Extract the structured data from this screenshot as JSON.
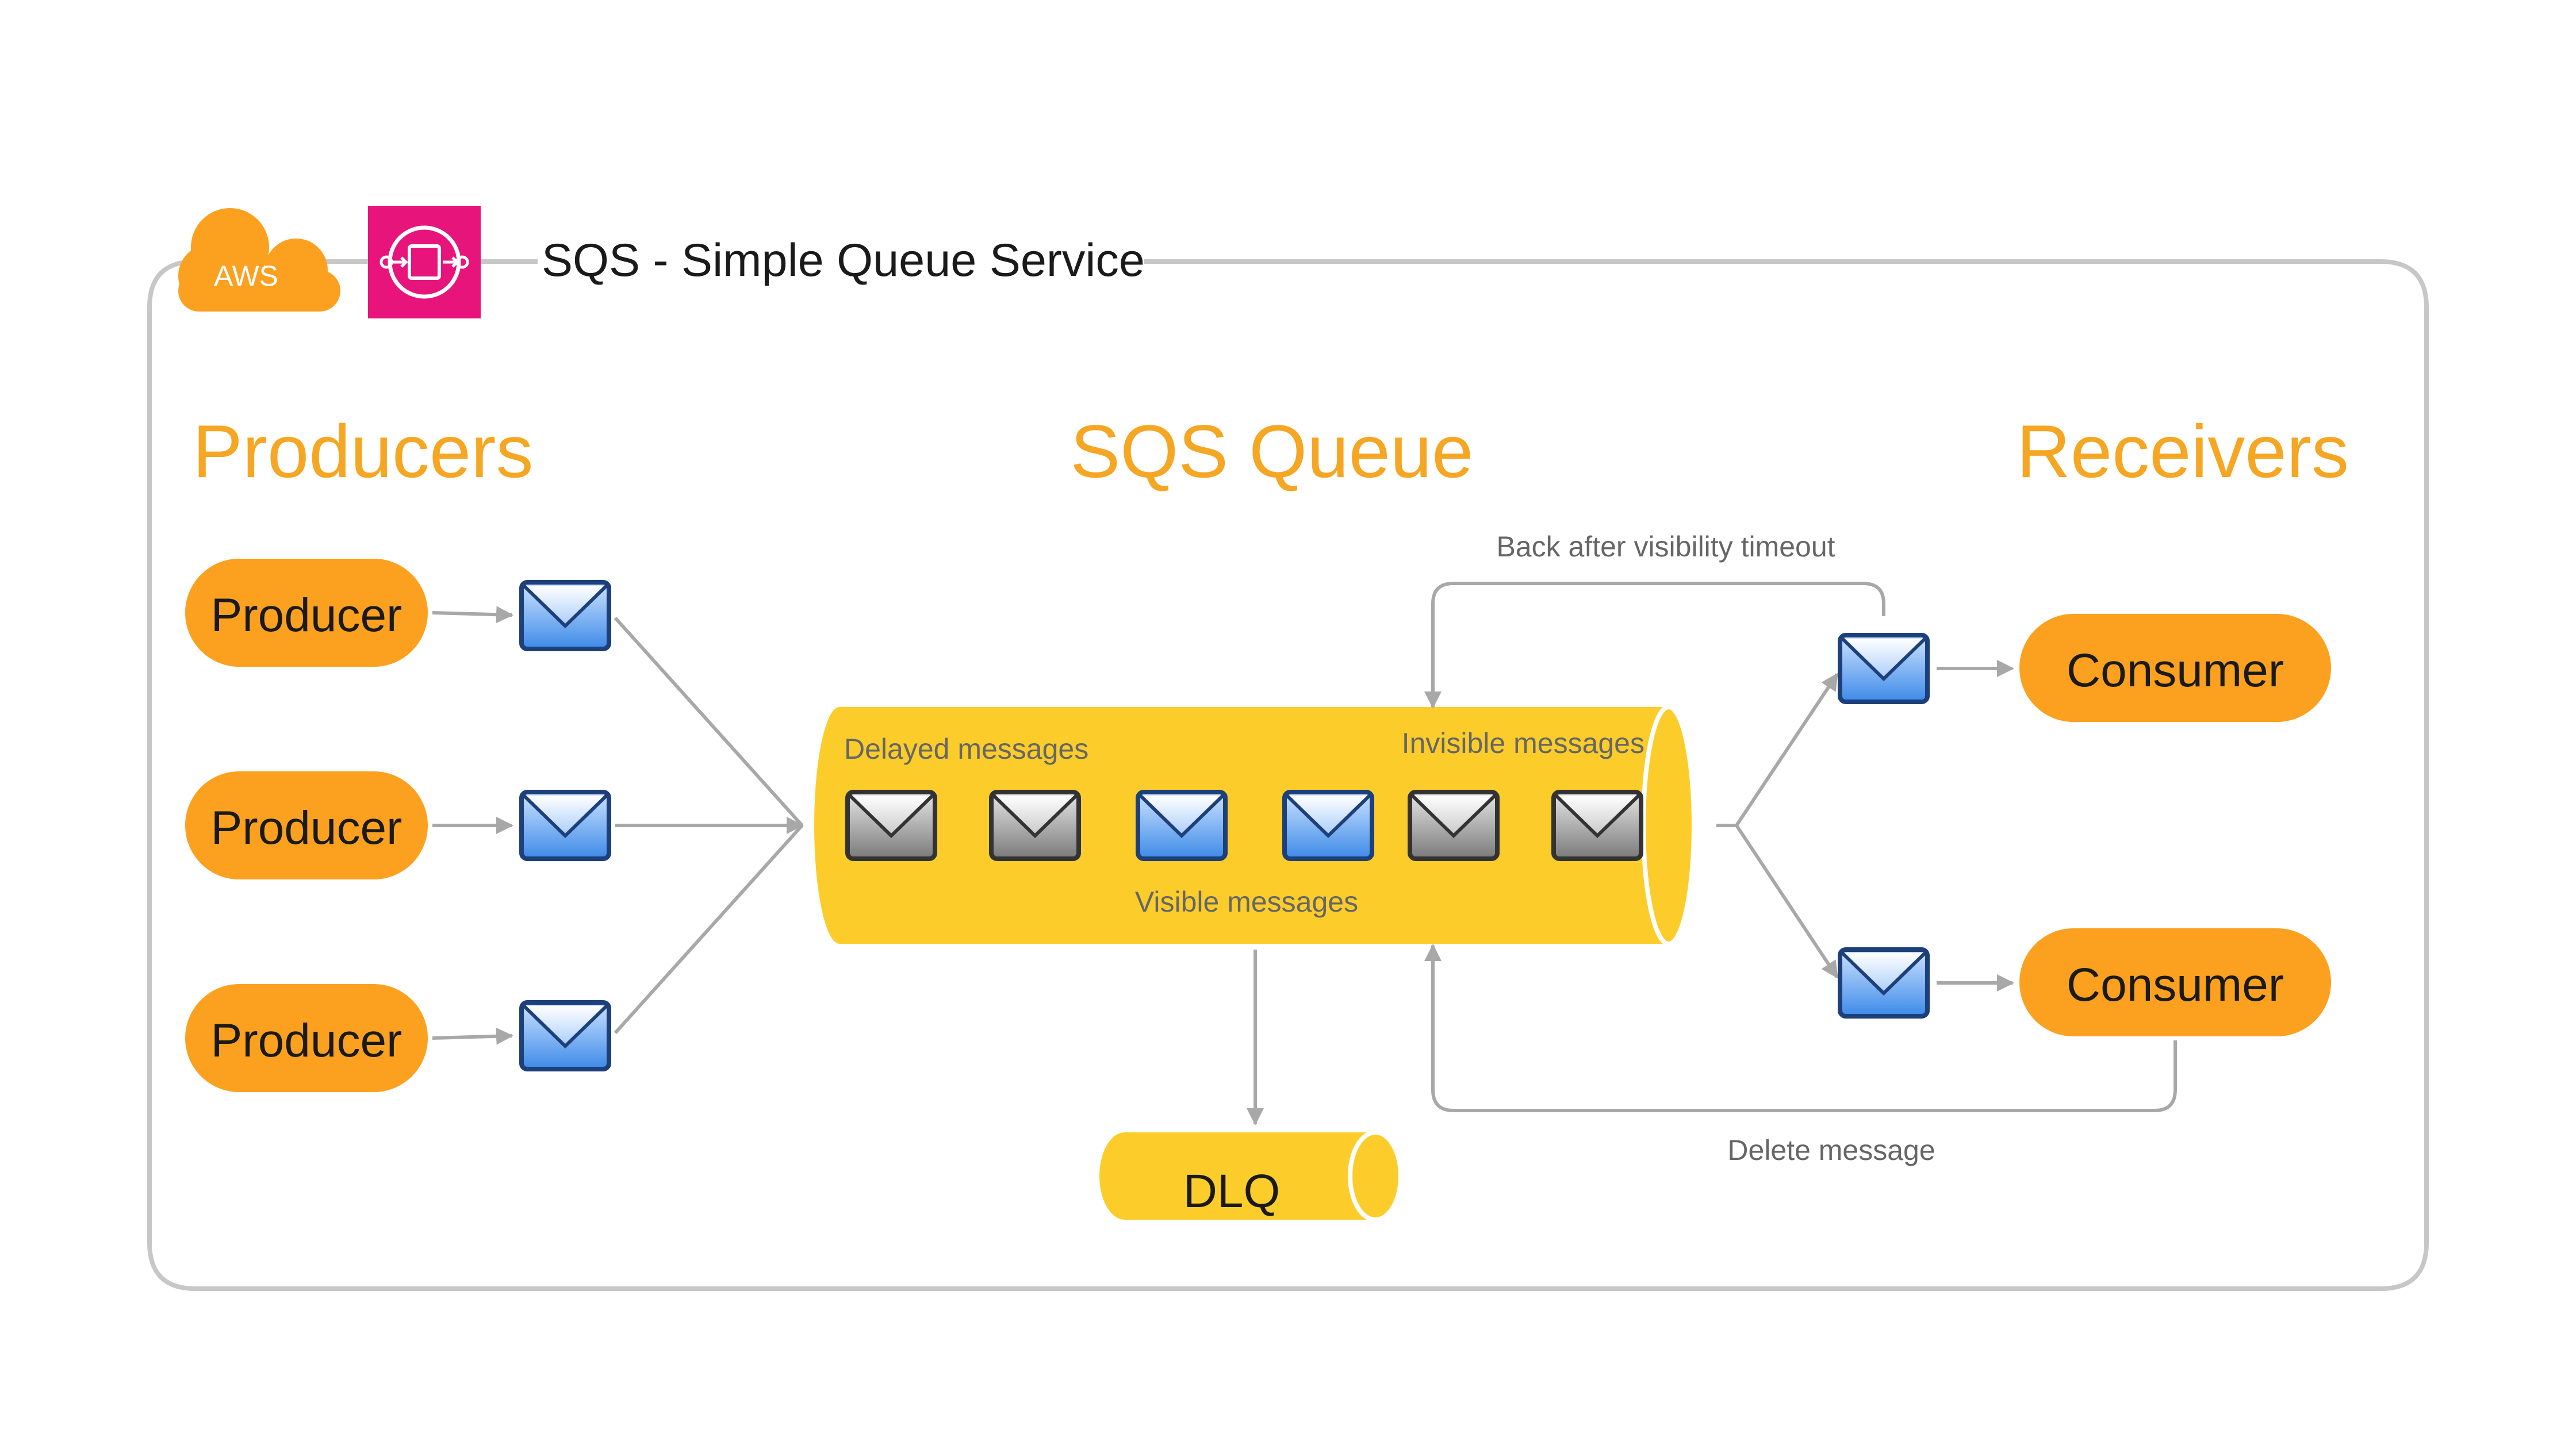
{
  "title": "SQS - Simple Queue Service",
  "aws_logo": {
    "text": "AWS",
    "icon": "aws-cloud-icon"
  },
  "service_icon": "sqs-icon",
  "sections": {
    "producers": "Producers",
    "queue": "SQS Queue",
    "receivers": "Receivers"
  },
  "producers": [
    "Producer",
    "Producer",
    "Producer"
  ],
  "consumers": [
    "Consumer",
    "Consumer"
  ],
  "queue_labels": {
    "delayed": "Delayed messages",
    "invisible": "Invisible messages",
    "visible": "Visible messages"
  },
  "queue_messages": [
    {
      "state": "delayed",
      "color": "gray",
      "icon": "envelope-icon"
    },
    {
      "state": "delayed",
      "color": "gray",
      "icon": "envelope-icon"
    },
    {
      "state": "visible",
      "color": "blue",
      "icon": "envelope-icon"
    },
    {
      "state": "visible",
      "color": "blue",
      "icon": "envelope-icon"
    },
    {
      "state": "invisible",
      "color": "gray",
      "icon": "envelope-icon"
    },
    {
      "state": "invisible",
      "color": "gray",
      "icon": "envelope-icon"
    }
  ],
  "flow_labels": {
    "visibility_timeout": "Back after visibility timeout",
    "delete": "Delete message"
  },
  "dlq": "DLQ",
  "colors": {
    "accent_orange": "#fba11f",
    "heading_orange": "#f5a623",
    "queue_yellow": "#fccd2a",
    "sqs_pink": "#e7157b",
    "envelope_blue": "#4a90e2",
    "envelope_gray": "#8c8c8c",
    "edge_gray": "#a8a8a8"
  }
}
